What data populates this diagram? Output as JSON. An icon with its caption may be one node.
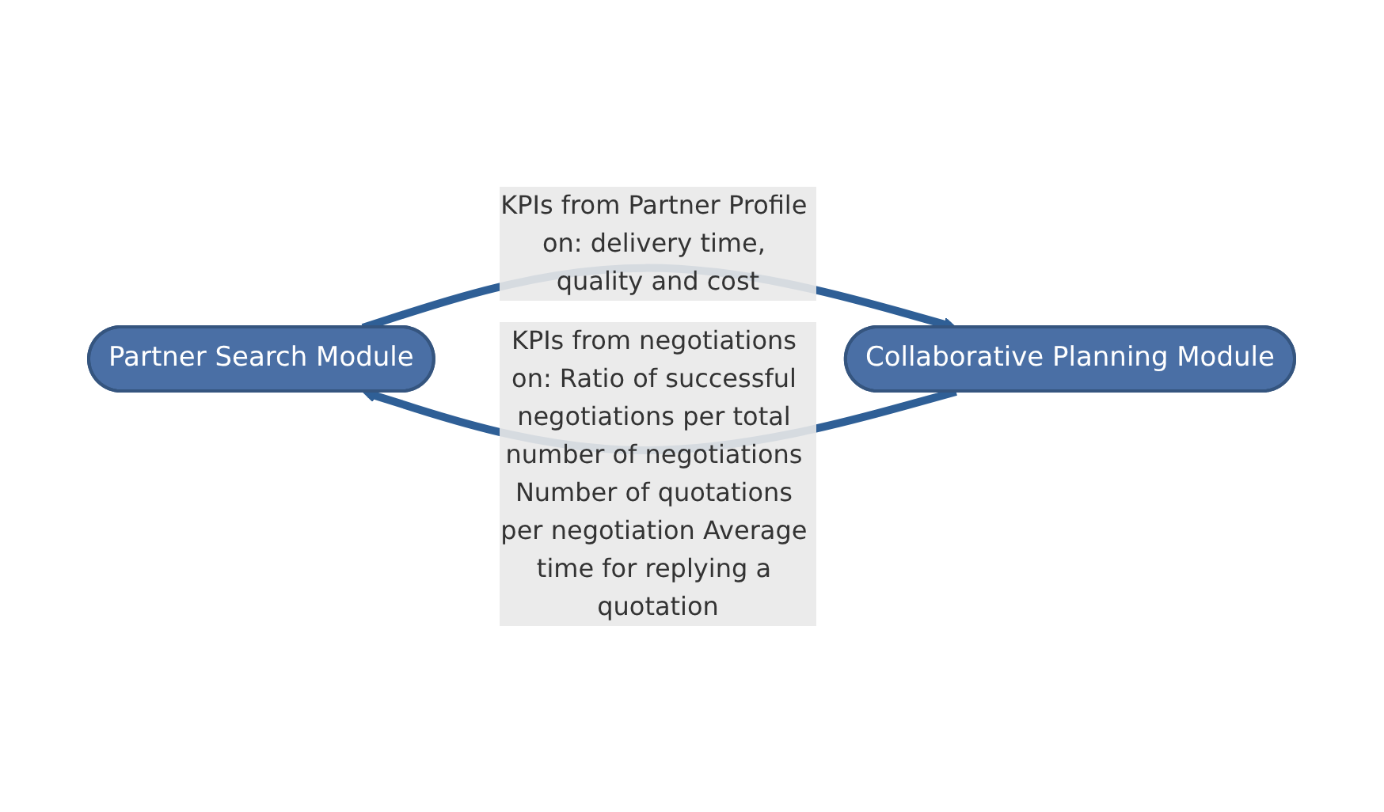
{
  "diagram": {
    "nodes": [
      {
        "text": [
          "Partner Search Module"
        ]
      },
      {
        "text": [
          "Collaborative Planning Module"
        ]
      }
    ],
    "edges": [
      {
        "from": 0,
        "to": 1,
        "arrow": "to",
        "label": "KPIs from Partner Profile on: delivery time, quality and cost"
      },
      {
        "from": 1,
        "to": 0,
        "arrow": "to",
        "label": "KPIs from negotiations on: Ratio of successful negotiations per total number of negotiations Number of quotations per negotiation Average time for replying a quotation"
      }
    ]
  }
}
